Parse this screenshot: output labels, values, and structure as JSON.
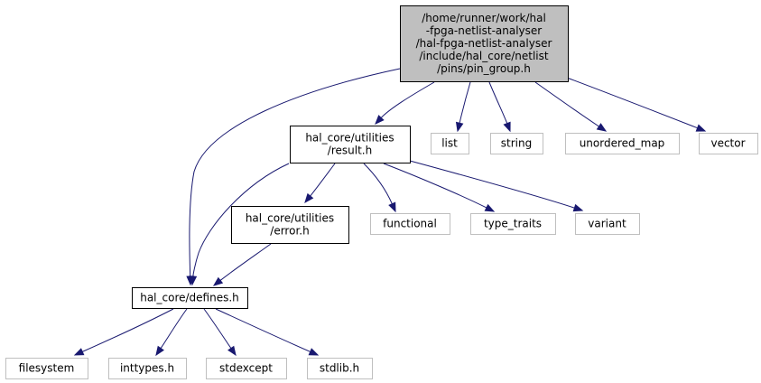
{
  "graph": {
    "nodes": [
      {
        "id": "pin_group",
        "kind": "root",
        "lines": [
          "/home/runner/work/hal",
          "-fpga-netlist-analyser",
          "/hal-fpga-netlist-analyser",
          "/include/hal_core/netlist",
          "/pins/pin_group.h"
        ]
      },
      {
        "id": "result",
        "kind": "local",
        "lines": [
          "hal_core/utilities",
          "/result.h"
        ]
      },
      {
        "id": "list",
        "kind": "external",
        "lines": [
          "list"
        ]
      },
      {
        "id": "string",
        "kind": "external",
        "lines": [
          "string"
        ]
      },
      {
        "id": "unordered_map",
        "kind": "external",
        "lines": [
          "unordered_map"
        ]
      },
      {
        "id": "vector",
        "kind": "external",
        "lines": [
          "vector"
        ]
      },
      {
        "id": "error",
        "kind": "local",
        "lines": [
          "hal_core/utilities",
          "/error.h"
        ]
      },
      {
        "id": "functional",
        "kind": "external",
        "lines": [
          "functional"
        ]
      },
      {
        "id": "type_traits",
        "kind": "external",
        "lines": [
          "type_traits"
        ]
      },
      {
        "id": "variant",
        "kind": "external",
        "lines": [
          "variant"
        ]
      },
      {
        "id": "defines",
        "kind": "local",
        "lines": [
          "hal_core/defines.h"
        ]
      },
      {
        "id": "filesystem",
        "kind": "external",
        "lines": [
          "filesystem"
        ]
      },
      {
        "id": "inttypes",
        "kind": "external",
        "lines": [
          "inttypes.h"
        ]
      },
      {
        "id": "stdexcept",
        "kind": "external",
        "lines": [
          "stdexcept"
        ]
      },
      {
        "id": "stdlib",
        "kind": "external",
        "lines": [
          "stdlib.h"
        ]
      }
    ],
    "edges": [
      {
        "from": "pin_group",
        "to": "result"
      },
      {
        "from": "pin_group",
        "to": "list"
      },
      {
        "from": "pin_group",
        "to": "string"
      },
      {
        "from": "pin_group",
        "to": "unordered_map"
      },
      {
        "from": "pin_group",
        "to": "vector"
      },
      {
        "from": "pin_group",
        "to": "defines"
      },
      {
        "from": "result",
        "to": "error"
      },
      {
        "from": "result",
        "to": "functional"
      },
      {
        "from": "result",
        "to": "type_traits"
      },
      {
        "from": "result",
        "to": "variant"
      },
      {
        "from": "result",
        "to": "defines"
      },
      {
        "from": "error",
        "to": "defines"
      },
      {
        "from": "defines",
        "to": "filesystem"
      },
      {
        "from": "defines",
        "to": "inttypes"
      },
      {
        "from": "defines",
        "to": "stdexcept"
      },
      {
        "from": "defines",
        "to": "stdlib"
      }
    ]
  }
}
